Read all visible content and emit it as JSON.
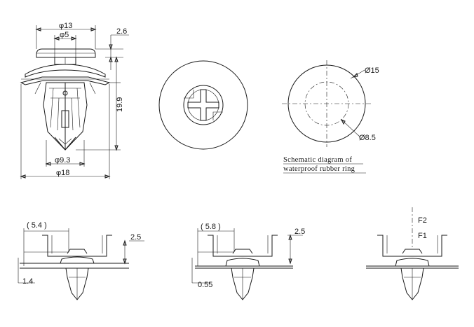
{
  "side_view": {
    "dims": {
      "head_diameter": "φ13",
      "stem_diameter": "φ5",
      "head_height": "2.6",
      "total_height": "19.9",
      "body_diameter": "φ9.3",
      "base_diameter": "φ18"
    }
  },
  "seal_view": {
    "dims": {
      "outer_diameter": "Ø15",
      "inner_diameter": "Ø8.5"
    },
    "caption_line1": "Schematic diagram of",
    "caption_line2": "waterproof rubber ring"
  },
  "install_1": {
    "span": "( 5.4 )",
    "height": "2.5",
    "panel": "1.4"
  },
  "install_2": {
    "span": "( 5.8 )",
    "height": "2.5",
    "panel": "0.55"
  },
  "install_3": {
    "force_out": "F2",
    "force_in": "F1"
  }
}
